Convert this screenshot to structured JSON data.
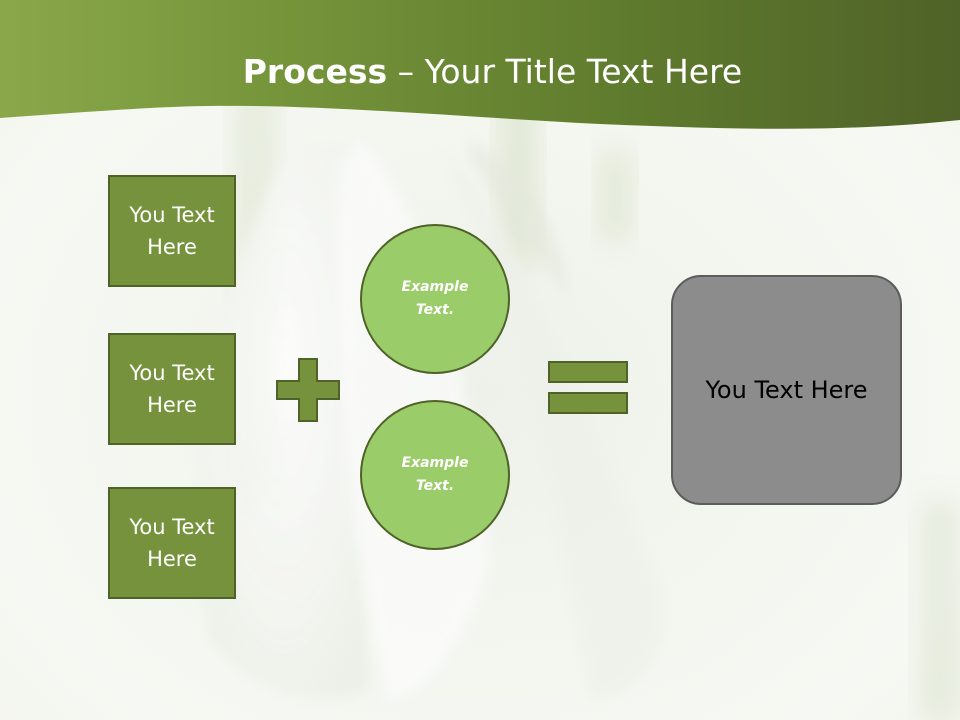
{
  "title": {
    "bold": "Process",
    "dash": " – ",
    "rest": "Your Title Text Here"
  },
  "left_boxes": [
    {
      "label": "You Text Here"
    },
    {
      "label": "You Text Here"
    },
    {
      "label": "You Text Here"
    }
  ],
  "circles": [
    {
      "label": "Example Text."
    },
    {
      "label": "Example Text."
    }
  ],
  "result_box": {
    "label": "You Text Here"
  },
  "icons": {
    "plus": "plus-icon",
    "equals": "equals-icon"
  },
  "colors": {
    "header_dark": "#4f6228",
    "header_light": "#8aa84a",
    "box_fill": "#76923c",
    "box_border": "#4f6228",
    "circle_fill": "#9bcc6a",
    "result_fill": "#8c8c8c"
  }
}
